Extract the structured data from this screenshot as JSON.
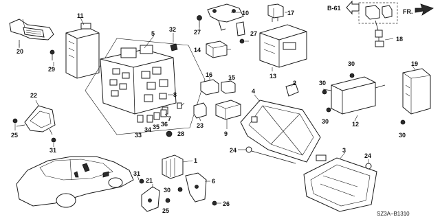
{
  "callouts": [
    {
      "key": "c1",
      "text": "1"
    },
    {
      "key": "c2",
      "text": "2"
    },
    {
      "key": "c3",
      "text": "3"
    },
    {
      "key": "c4",
      "text": "4"
    },
    {
      "key": "c5",
      "text": "5"
    },
    {
      "key": "c6",
      "text": "6"
    },
    {
      "key": "c7",
      "text": "7"
    },
    {
      "key": "c8",
      "text": "8"
    },
    {
      "key": "c9",
      "text": "9"
    },
    {
      "key": "c10",
      "text": "10"
    },
    {
      "key": "c11",
      "text": "11"
    },
    {
      "key": "c12",
      "text": "12"
    },
    {
      "key": "c13",
      "text": "13"
    },
    {
      "key": "c14",
      "text": "14"
    },
    {
      "key": "c15",
      "text": "15"
    },
    {
      "key": "c16",
      "text": "16"
    },
    {
      "key": "c17",
      "text": "17"
    },
    {
      "key": "c18",
      "text": "18"
    },
    {
      "key": "c19",
      "text": "19"
    },
    {
      "key": "c20",
      "text": "20"
    },
    {
      "key": "c21",
      "text": "21"
    },
    {
      "key": "c22",
      "text": "22"
    },
    {
      "key": "c23",
      "text": "23"
    },
    {
      "key": "c24a",
      "text": "24"
    },
    {
      "key": "c24b",
      "text": "24"
    },
    {
      "key": "c25a",
      "text": "25"
    },
    {
      "key": "c25b",
      "text": "25"
    },
    {
      "key": "c26",
      "text": "26"
    },
    {
      "key": "c27a",
      "text": "27"
    },
    {
      "key": "c27b",
      "text": "27"
    },
    {
      "key": "c28",
      "text": "28"
    },
    {
      "key": "c29",
      "text": "29"
    },
    {
      "key": "c30a",
      "text": "30"
    },
    {
      "key": "c30b",
      "text": "30"
    },
    {
      "key": "c30c",
      "text": "30"
    },
    {
      "key": "c30d",
      "text": "30"
    },
    {
      "key": "c30e",
      "text": "30"
    },
    {
      "key": "c31a",
      "text": "31"
    },
    {
      "key": "c31b",
      "text": "31"
    },
    {
      "key": "c32",
      "text": "32"
    },
    {
      "key": "c33",
      "text": "33"
    },
    {
      "key": "c34",
      "text": "34"
    },
    {
      "key": "c35",
      "text": "35"
    },
    {
      "key": "c36",
      "text": "36"
    }
  ],
  "reference_label": "B-61",
  "direction_label": "FR.",
  "diagram_code": "SZ3A–B1310"
}
